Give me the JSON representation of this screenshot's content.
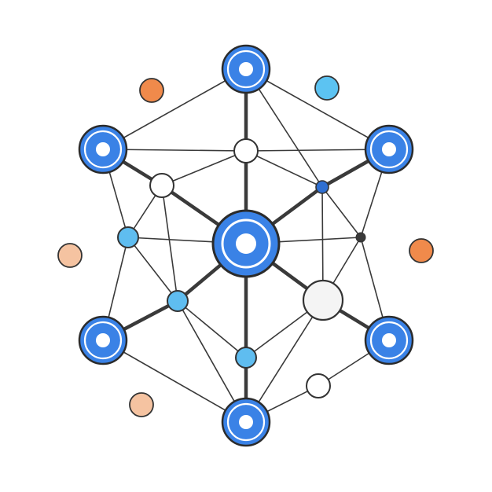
{
  "colors": {
    "hub_blue": "#3a82e6",
    "hub_ring": "#ffffff",
    "hub_outline": "#2b2b2b",
    "light_blue": "#5fbdf0",
    "dark_blue": "#2f6fd1",
    "white_node": "#ffffff",
    "gray_node": "#f4f4f4",
    "dark_dot": "#3a3a3a",
    "orange": "#f08a4b",
    "peach": "#f5c3a1",
    "sky": "#5cc3f2",
    "edge": "#3a3a3a"
  },
  "diagram": {
    "nodes": [
      {
        "id": "center",
        "kind": "hub-large"
      },
      {
        "id": "top",
        "kind": "hub"
      },
      {
        "id": "top-left",
        "kind": "hub"
      },
      {
        "id": "top-right",
        "kind": "hub"
      },
      {
        "id": "bottom-left",
        "kind": "hub"
      },
      {
        "id": "bottom-right",
        "kind": "hub"
      },
      {
        "id": "bottom",
        "kind": "hub"
      },
      {
        "id": "inner-top",
        "kind": "white"
      },
      {
        "id": "inner-upper-left",
        "kind": "white"
      },
      {
        "id": "inner-left",
        "kind": "light-blue"
      },
      {
        "id": "inner-lower-left",
        "kind": "light-blue"
      },
      {
        "id": "inner-bottom",
        "kind": "light-blue"
      },
      {
        "id": "inner-upper-right",
        "kind": "dark-blue"
      },
      {
        "id": "inner-right",
        "kind": "dark-dot"
      },
      {
        "id": "inner-lower-right",
        "kind": "white-large"
      },
      {
        "id": "inner-bottom-right",
        "kind": "white"
      },
      {
        "id": "float-orange-top",
        "kind": "orange"
      },
      {
        "id": "float-sky-top",
        "kind": "sky"
      },
      {
        "id": "float-peach-left",
        "kind": "peach"
      },
      {
        "id": "float-orange-right",
        "kind": "orange"
      },
      {
        "id": "float-peach-bottom",
        "kind": "peach"
      }
    ],
    "edges": [
      {
        "from": "center",
        "to": "top",
        "weight": "thick"
      },
      {
        "from": "center",
        "to": "bottom",
        "weight": "thick"
      },
      {
        "from": "center",
        "to": "inner-upper-left",
        "weight": "thick"
      },
      {
        "from": "center",
        "to": "inner-upper-right",
        "weight": "thick"
      },
      {
        "from": "center",
        "to": "inner-lower-left",
        "weight": "thick"
      },
      {
        "from": "center",
        "to": "inner-lower-right",
        "weight": "thick"
      },
      {
        "from": "inner-upper-left",
        "to": "top-left",
        "weight": "thick"
      },
      {
        "from": "inner-upper-right",
        "to": "top-right",
        "weight": "thick"
      },
      {
        "from": "inner-lower-left",
        "to": "bottom-left",
        "weight": "thick"
      },
      {
        "from": "inner-lower-right",
        "to": "bottom-right",
        "weight": "thick"
      },
      {
        "from": "top",
        "to": "top-left",
        "weight": "thin"
      },
      {
        "from": "top",
        "to": "top-right",
        "weight": "thin"
      },
      {
        "from": "top",
        "to": "inner-upper-right",
        "weight": "thin"
      },
      {
        "from": "top-left",
        "to": "inner-top",
        "weight": "thin"
      },
      {
        "from": "top-left",
        "to": "inner-left",
        "weight": "thin"
      },
      {
        "from": "top-right",
        "to": "inner-top",
        "weight": "thin"
      },
      {
        "from": "top-right",
        "to": "inner-right",
        "weight": "thin"
      },
      {
        "from": "bottom-left",
        "to": "inner-left",
        "weight": "thin"
      },
      {
        "from": "bottom-left",
        "to": "bottom",
        "weight": "thin"
      },
      {
        "from": "bottom-right",
        "to": "inner-right",
        "weight": "thin"
      },
      {
        "from": "bottom-right",
        "to": "inner-bottom-right",
        "weight": "thin"
      },
      {
        "from": "bottom",
        "to": "inner-lower-left",
        "weight": "thin"
      },
      {
        "from": "bottom",
        "to": "inner-lower-right",
        "weight": "thin"
      },
      {
        "from": "bottom",
        "to": "inner-bottom-right",
        "weight": "thin"
      },
      {
        "from": "inner-top",
        "to": "inner-upper-left",
        "weight": "thin"
      },
      {
        "from": "inner-top",
        "to": "inner-upper-right",
        "weight": "thin"
      },
      {
        "from": "inner-upper-left",
        "to": "inner-left",
        "weight": "thin"
      },
      {
        "from": "inner-upper-left",
        "to": "inner-lower-left",
        "weight": "thin"
      },
      {
        "from": "inner-left",
        "to": "center",
        "weight": "thin"
      },
      {
        "from": "inner-left",
        "to": "inner-lower-left",
        "weight": "thin"
      },
      {
        "from": "inner-lower-left",
        "to": "inner-bottom",
        "weight": "thin"
      },
      {
        "from": "inner-bottom",
        "to": "inner-lower-right",
        "weight": "thin"
      },
      {
        "from": "inner-upper-right",
        "to": "inner-right",
        "weight": "thin"
      },
      {
        "from": "inner-upper-right",
        "to": "inner-lower-right",
        "weight": "thin"
      },
      {
        "from": "inner-right",
        "to": "center",
        "weight": "thin"
      },
      {
        "from": "inner-right",
        "to": "inner-lower-right",
        "weight": "thin"
      }
    ]
  }
}
